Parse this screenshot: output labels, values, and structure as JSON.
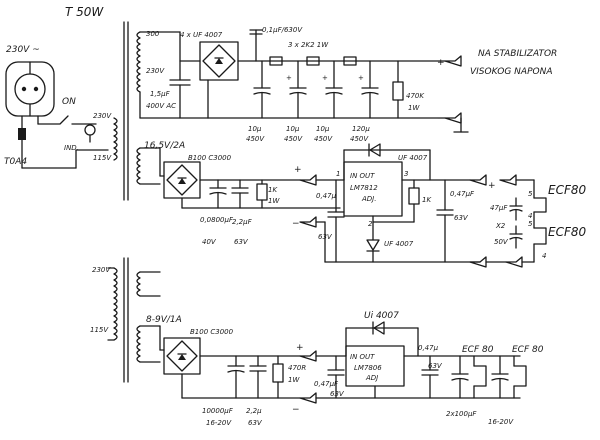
{
  "transformer_title": "T 50W",
  "mains": {
    "voltage": "230V ~",
    "fuse": "T0A4",
    "switch": "ON",
    "indicator": "IND.",
    "primary": "230V",
    "secondary": "115V"
  },
  "hv": {
    "winding_top": "300",
    "winding_mid": "230V",
    "rectifier": "4 x UF 4007",
    "cap_across": "0,1μF/630V",
    "cap_in": "1,5μF",
    "cap_in_v": "400V AC",
    "resistors": "3 x 2K2 1W",
    "caps": [
      {
        "value": "10μ",
        "voltage": "450V"
      },
      {
        "value": "10μ",
        "voltage": "450V"
      },
      {
        "value": "10μ",
        "voltage": "450V"
      },
      {
        "value": "120μ",
        "voltage": "450V"
      }
    ],
    "bleeder": "470K",
    "bleeder_w": "1W",
    "out_label_1": "NA STABILIZATOR",
    "out_label_2": "VISOKOG NAPONA"
  },
  "heater1": {
    "winding": "16,5V/2A",
    "bridge": "B100 C3000",
    "cap1": "0,0800μF",
    "cap1_v": "40V",
    "cap2": "2,2μF",
    "cap2_v": "63V",
    "res": "1K",
    "res_w": "1W",
    "reg_line1": "IN  OUT",
    "reg_line2": "LM7812",
    "reg_line3": "ADJ.",
    "pin_in": "1",
    "pin_out": "3",
    "pin_adj": "2",
    "diode_top": "UF 4007",
    "diode_bot": "UF 4007",
    "cap_in": "0,47μ",
    "cap_in_v": "63V",
    "res_adj": "1K",
    "cap_out": "0,47μF",
    "cap_out_v": "63V",
    "cap_x2": "47μF",
    "x2_label": "X2",
    "x2_v": "50V",
    "tube1": "ECF80",
    "tube2": "ECF80",
    "pin5a": "5",
    "pin4a": "4",
    "pin5b": "5",
    "pin4b": "4"
  },
  "heater2": {
    "primary": "230V",
    "secondary": "115V",
    "winding": "8-9V/1A",
    "bridge": "B100 C3000",
    "cap1": "10000μF",
    "cap1_v": "16-20V",
    "cap2": "2,2μ",
    "cap2_v": "63V",
    "res": "470R",
    "res_w": "1W",
    "diode": "Ui 4007",
    "reg_line1": "IN   OUT",
    "reg_line2": "LM7806",
    "reg_line3": "ADJ",
    "cap_in": "0,47μF",
    "cap_in_v": "63V",
    "cap_out": "0,47μ",
    "cap_out_v": "63V",
    "caps_out": "2x100μF",
    "caps_out_v": "16-20V",
    "tube1": "ECF 80",
    "tube2": "ECF 80"
  }
}
